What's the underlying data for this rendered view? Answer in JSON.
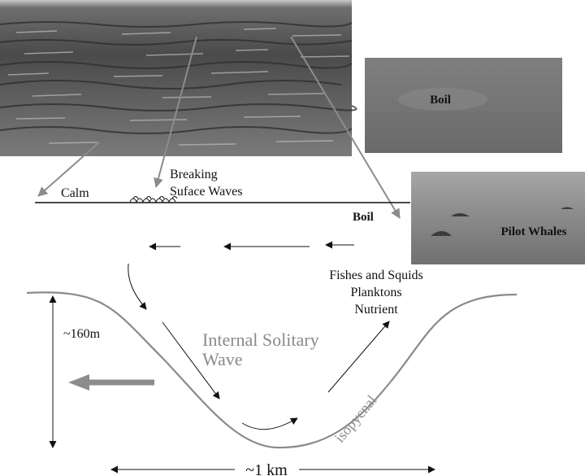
{
  "photos": {
    "boil_label": "Boil",
    "whales_label": "Pilot Whales"
  },
  "surface": {
    "calm": "Calm",
    "breaking_line1": "Breaking",
    "breaking_line2": "Suface Waves",
    "boil": "Boil"
  },
  "biology": {
    "line1": "Fishes and Squids",
    "line2": "Planktons",
    "line3": "Nutrient"
  },
  "wave": {
    "title_line1": "Internal Solitary",
    "title_line2": "Wave",
    "isopycnal": "isopycnal",
    "depth": "~160m",
    "width": "~1 km"
  },
  "colors": {
    "ink": "#111111",
    "gray_text": "#8a8a8a",
    "gray_arrow": "#8c8c8c"
  }
}
